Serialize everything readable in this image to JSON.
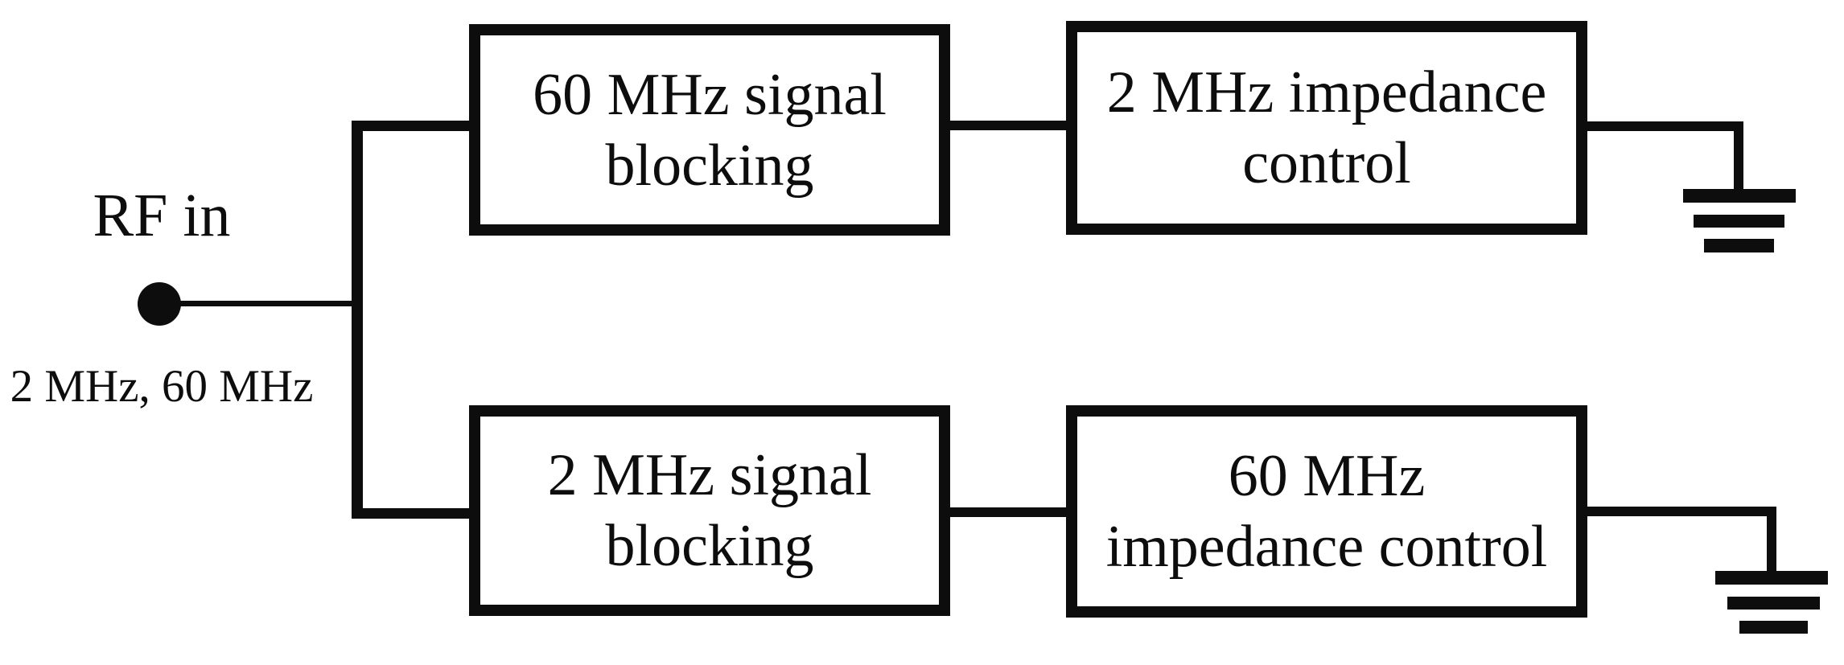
{
  "diagram": {
    "title_semantic": "RF input splitter with signal blocking and impedance control branches",
    "input": {
      "label": "RF in",
      "sublabel": "2 MHz, 60 MHz"
    },
    "blocks": {
      "top_blocking": {
        "line1": "60 MHz signal",
        "line2": "blocking"
      },
      "top_impedance": {
        "line1": "2 MHz impedance",
        "line2": "control"
      },
      "bottom_blocking": {
        "line1": "2 MHz signal",
        "line2": "blocking"
      },
      "bottom_impedance": {
        "line1": "60 MHz",
        "line2": "impedance control"
      }
    },
    "connections": [
      {
        "from": "RF in",
        "to": "60 MHz signal blocking"
      },
      {
        "from": "RF in",
        "to": "2 MHz signal blocking"
      },
      {
        "from": "60 MHz signal blocking",
        "to": "2 MHz impedance control"
      },
      {
        "from": "2 MHz signal blocking",
        "to": "60 MHz impedance control"
      },
      {
        "from": "2 MHz impedance control",
        "to": "ground"
      },
      {
        "from": "60 MHz impedance control",
        "to": "ground"
      }
    ],
    "icons": {
      "input_node": "filled-circle-terminal",
      "ground": "earth-ground-three-bars"
    },
    "colors": {
      "line": "#0d0d0d",
      "background": "#ffffff",
      "text": "#0d0d0d"
    }
  }
}
